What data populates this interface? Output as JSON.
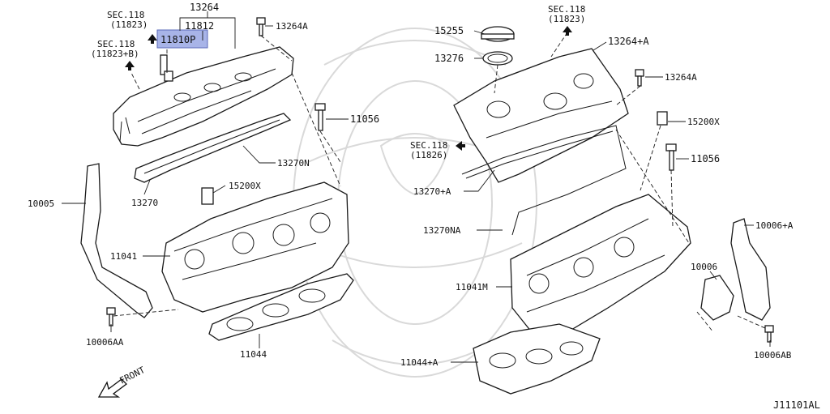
{
  "diagram": {
    "code": "J11101AL",
    "direction": "FRONT",
    "highlighted_part": "11810P",
    "colors": {
      "line": "#1a1a1a",
      "highlight": "#a8b4e8",
      "watermark": "#d9d9d9"
    }
  },
  "labels": {
    "sec118_11823_left": "SEC.118",
    "sec118_11823_left_sub": "(11823)",
    "sec118_11823b": "SEC.118",
    "sec118_11823b_sub": "(11823+B)",
    "p13264": "13264",
    "p11812": "11812",
    "p11810p": "11810P",
    "p13264a_left": "13264A",
    "p11056_left": "11056",
    "p13270n": "13270N",
    "p13270": "13270",
    "p15200x_left": "15200X",
    "p10005": "10005",
    "p11041": "11041",
    "p10006aa": "10006AA",
    "p11044": "11044",
    "p15255": "15255",
    "p13276": "13276",
    "sec118_11823_right": "SEC.118",
    "sec118_11823_right_sub": "(11823)",
    "p13264plusa": "13264+A",
    "p13264a_right": "13264A",
    "p15200x_right": "15200X",
    "sec118_11826": "SEC.118",
    "sec118_11826_sub": "(11826)",
    "p11056_right": "11056",
    "p13270plusa": "13270+A",
    "p13270na": "13270NA",
    "p10006plusa": "10006+A",
    "p10006": "10006",
    "p11041m": "11041M",
    "p10006ab": "10006AB",
    "p11044plusa": "11044+A"
  }
}
